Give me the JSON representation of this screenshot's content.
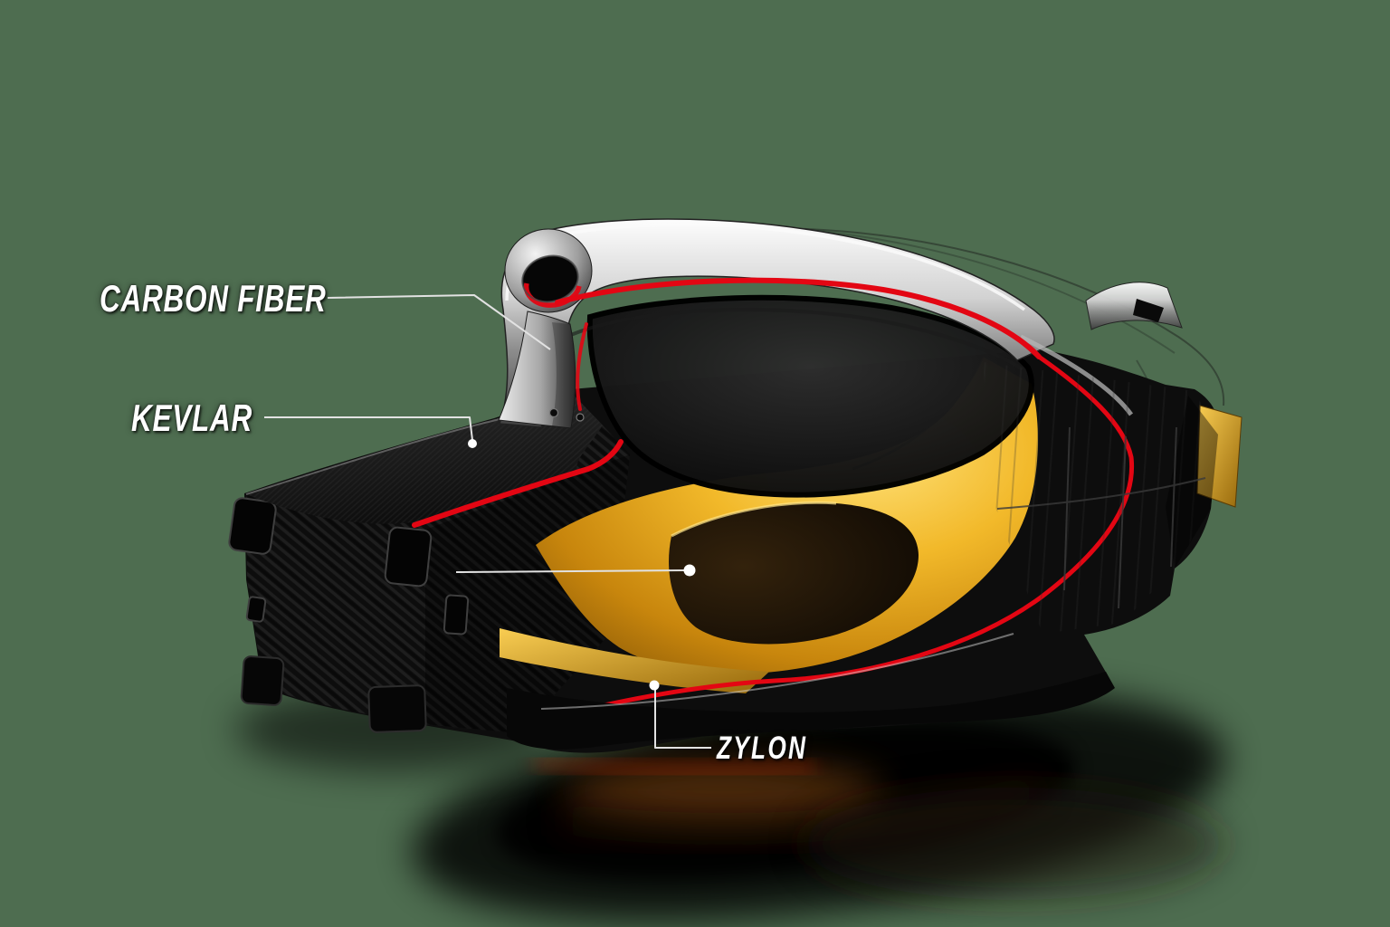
{
  "labels": {
    "carbon_fiber": "CARBON FIBER",
    "kevlar": "KEVLAR",
    "zylon": "ZYLON"
  },
  "colors": {
    "background": "#4e6d50",
    "carbon_black": "#0d0d0d",
    "kevlar_gold": "#e6a81c",
    "zylon_red": "#e30613",
    "rollhoop_silver": "#c8c8c8",
    "label_text": "#ffffff",
    "leader_line": "#e2e2e2"
  }
}
